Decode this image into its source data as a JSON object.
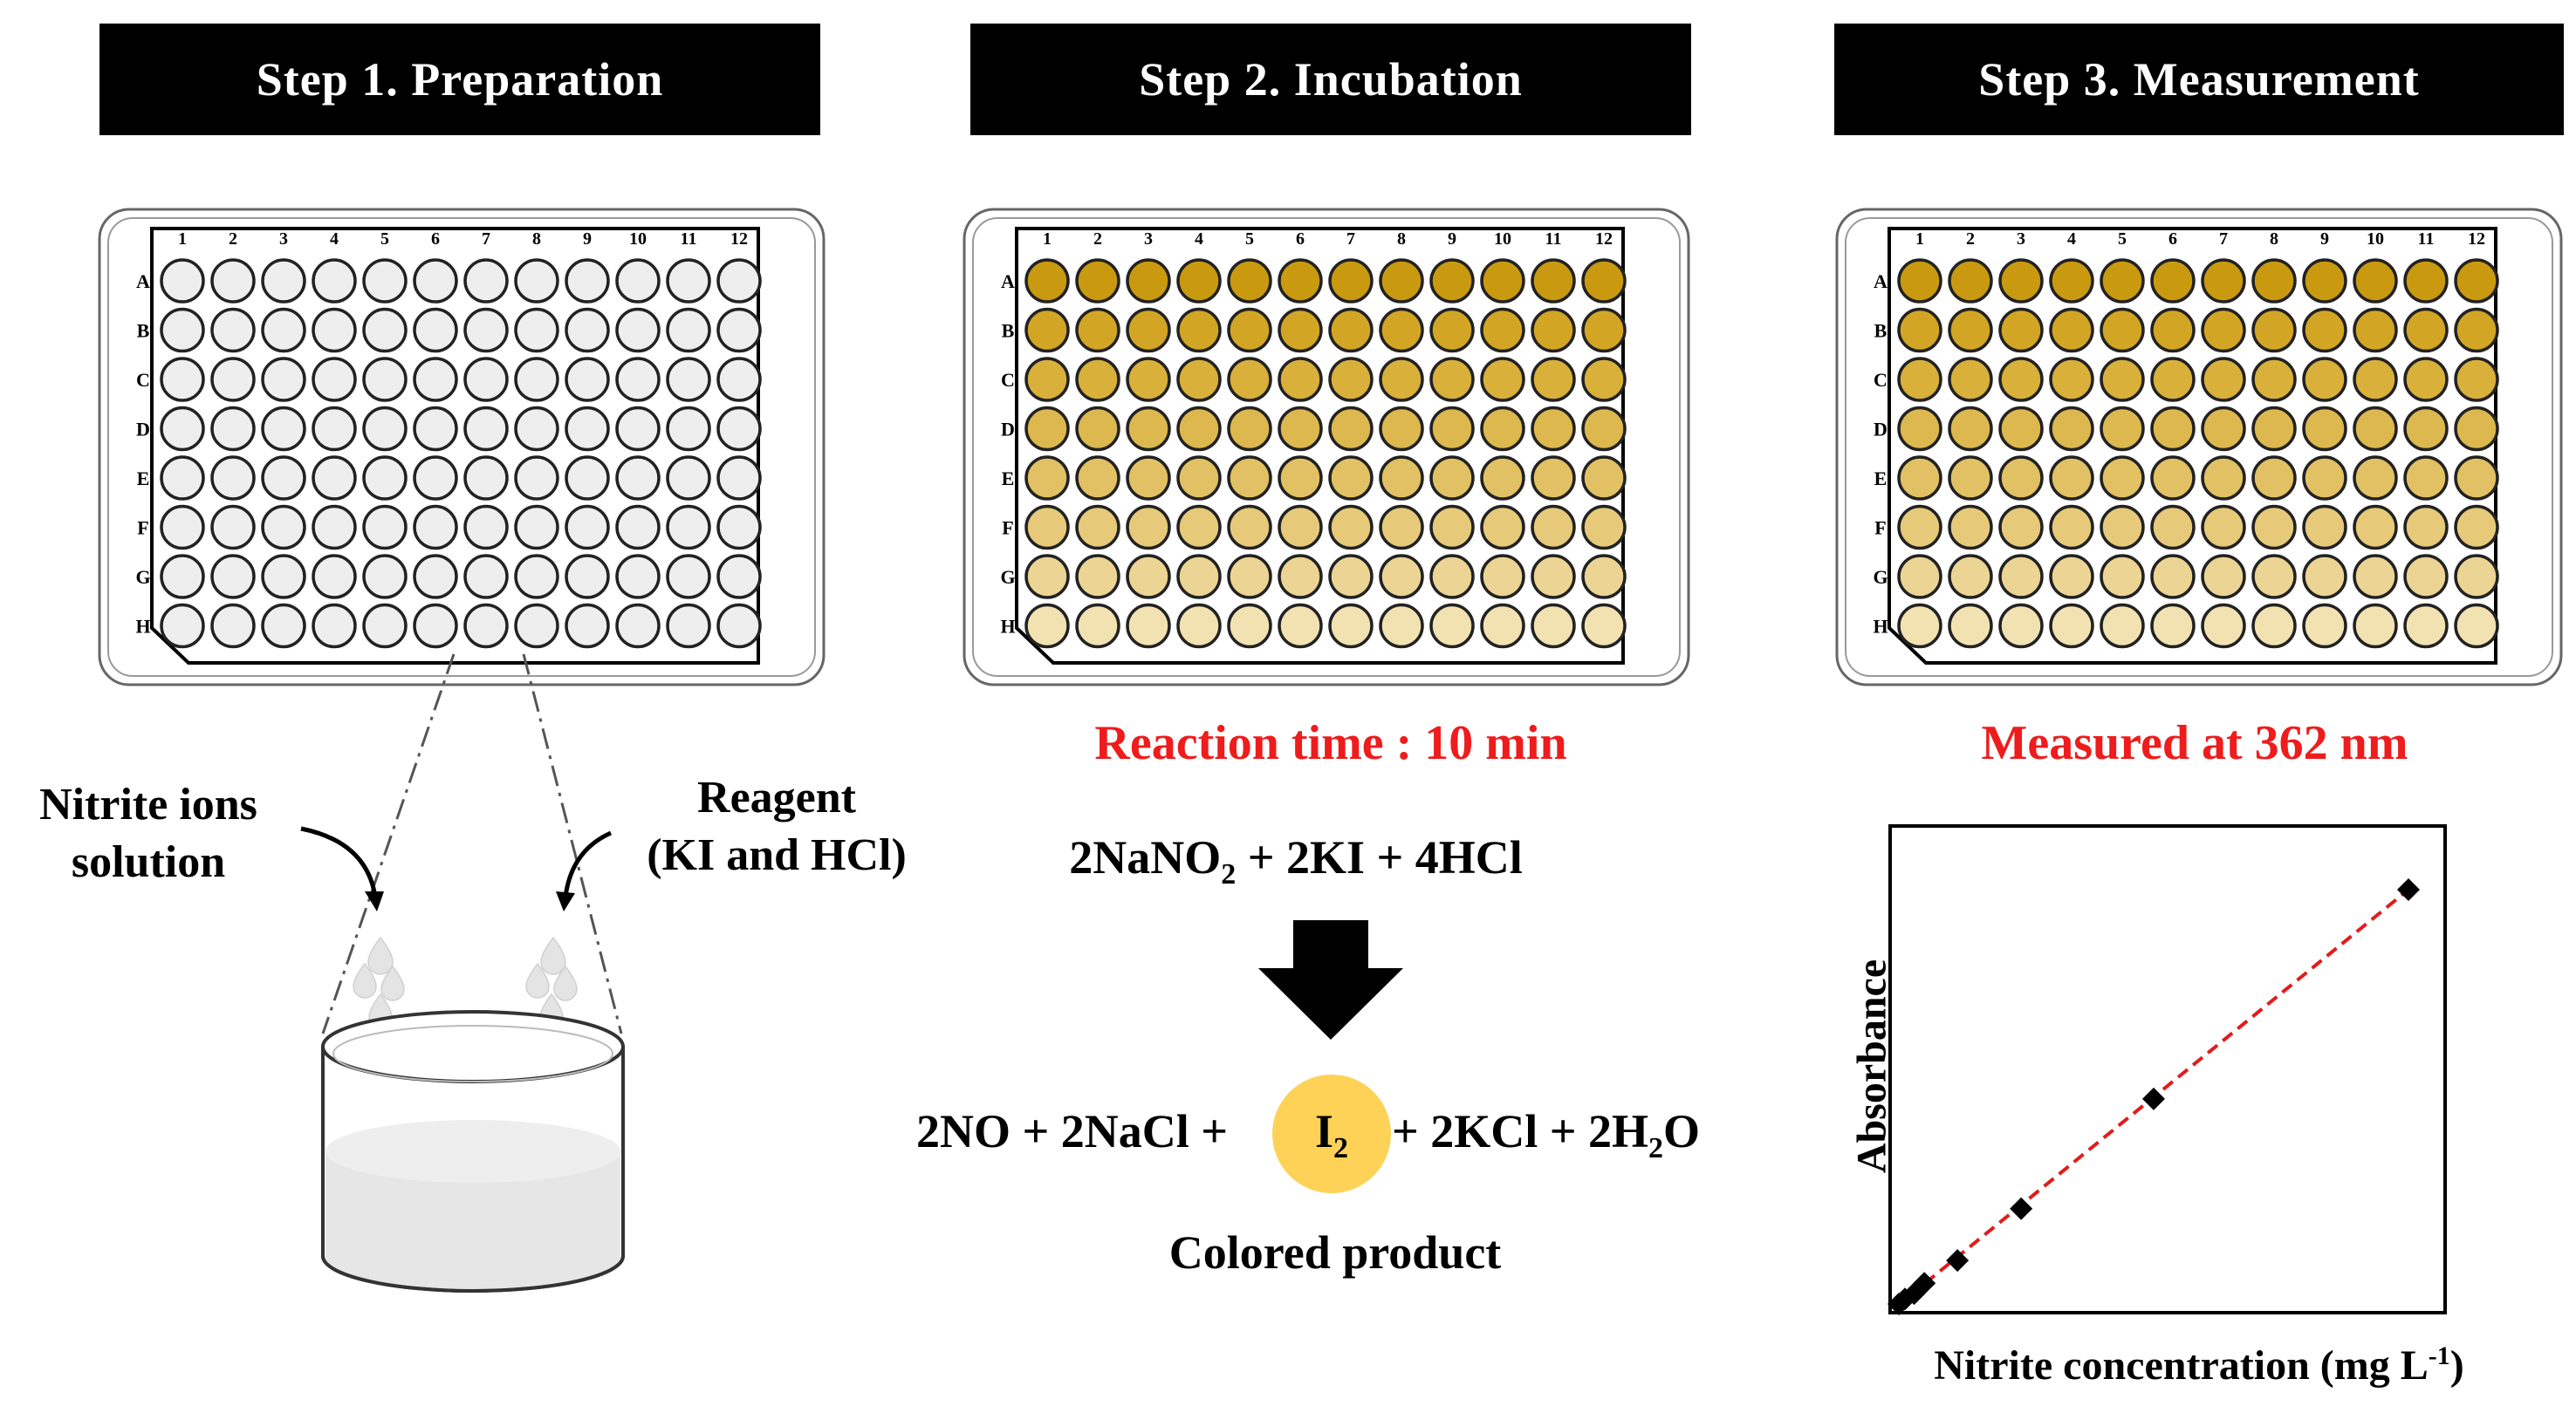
{
  "steps": [
    {
      "title": "Step 1. Preparation"
    },
    {
      "title": "Step 2. Incubation"
    },
    {
      "title": "Step 3. Measurement"
    }
  ],
  "plate": {
    "columns": [
      "1",
      "2",
      "3",
      "4",
      "5",
      "6",
      "7",
      "8",
      "9",
      "10",
      "11",
      "12"
    ],
    "rows": [
      "A",
      "B",
      "C",
      "D",
      "E",
      "F",
      "G",
      "H"
    ],
    "row_colors": [
      "#c99a10",
      "#d2a624",
      "#d8b03a",
      "#dcb84e",
      "#e1c163",
      "#e6ca7a",
      "#ecd594",
      "#f3e2b1"
    ],
    "empty_fill": "#eeeeee"
  },
  "step1": {
    "left_label": [
      "Nitrite ions",
      "solution"
    ],
    "right_label": [
      "Reagent",
      "(KI and HCl)"
    ]
  },
  "step2": {
    "note": "Reaction time : 10 min",
    "reactants": {
      "a": "2NaNO",
      "a_sub": "2",
      "b": " + 2KI + 4HCl"
    },
    "products": {
      "left": "2NO + 2NaCl + ",
      "iodine": "I",
      "iodine_sub": "2",
      "right_a": "+ 2KCl + 2H",
      "right_sub": "2",
      "right_b": "O"
    },
    "iodine_color": "#fdd257",
    "caption": "Colored product"
  },
  "step3": {
    "note": "Measured at 362 nm"
  },
  "chart_data": {
    "type": "scatter",
    "xlabel": "Nitrite concentration (mg L",
    "xlabel_sup": "-1",
    "xlabel_end": ")",
    "ylabel": "Absorbance",
    "xlim": [
      0,
      10
    ],
    "ylim": [
      0,
      10
    ],
    "points": [
      {
        "x": 0.0,
        "y": 0.0
      },
      {
        "x": 0.12,
        "y": 0.12
      },
      {
        "x": 0.3,
        "y": 0.25
      },
      {
        "x": 0.5,
        "y": 0.5
      },
      {
        "x": 1.15,
        "y": 1.05
      },
      {
        "x": 2.4,
        "y": 2.3
      },
      {
        "x": 5.0,
        "y": 4.95
      },
      {
        "x": 10.0,
        "y": 10.0
      }
    ],
    "fit_line": {
      "style": "dashed",
      "color": "#e21b1b"
    },
    "marker_color": "#000000"
  }
}
